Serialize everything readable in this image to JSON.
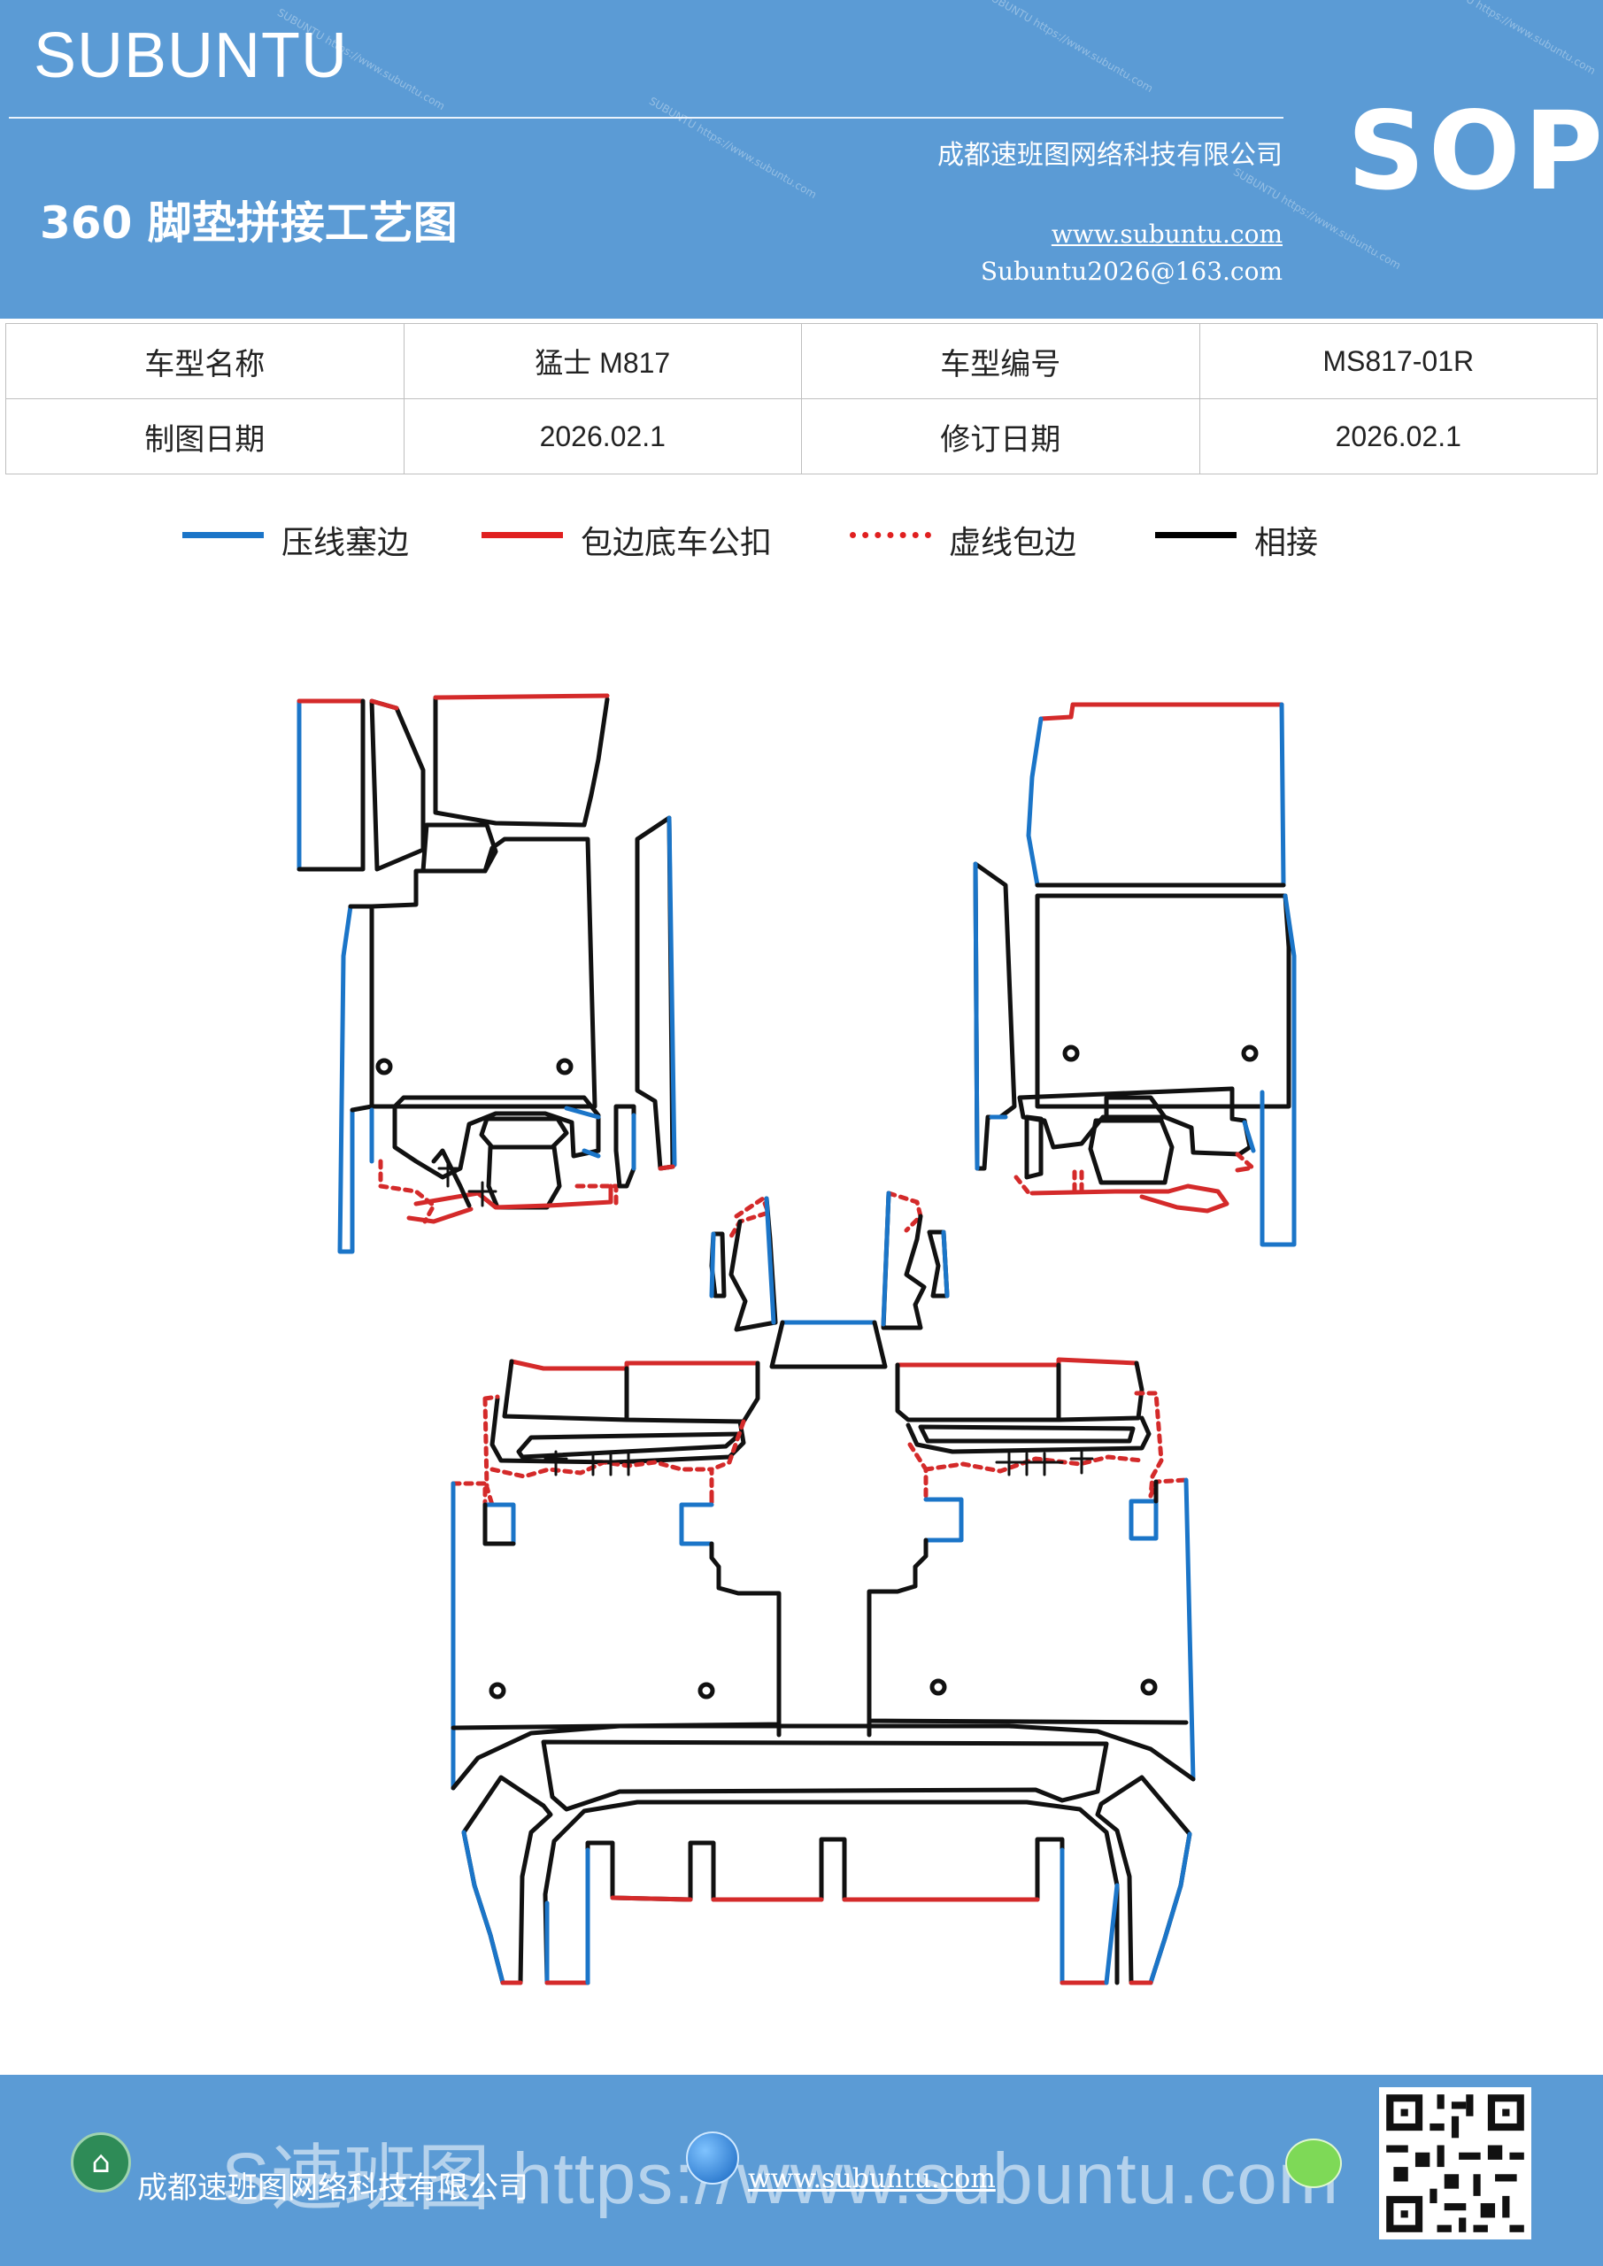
{
  "header": {
    "brand": "SUBUNTU",
    "company": "成都速班图网络科技有限公司",
    "title": "360 脚垫拼接工艺图",
    "website": "www.subuntu.com",
    "email": "Subuntu2026@163.com",
    "badge": "SOP",
    "watermark": "SUBUNTU https://www.subuntu.com"
  },
  "info": {
    "row1": {
      "label1": "车型名称",
      "value1": "猛士 M817",
      "label2": "车型编号",
      "value2": "MS817-01R"
    },
    "row2": {
      "label1": "制图日期",
      "value1": "2026.02.1",
      "label2": "修订日期",
      "value2": "2026.02.1"
    }
  },
  "legend": [
    {
      "label": "压线塞边",
      "color": "#1b75c8",
      "style": "solid"
    },
    {
      "label": "包边底车公扣",
      "color": "#e02020",
      "style": "solid"
    },
    {
      "label": "虚线包边",
      "color": "#e02020",
      "style": "dotted"
    },
    {
      "label": "相接",
      "color": "#000000",
      "style": "solid"
    }
  ],
  "colors": {
    "blue": "#1b75c8",
    "red": "#d42a2a",
    "black": "#111111",
    "banner": "#5b9bd5"
  },
  "footer": {
    "company": "成都速班图网络科技有限公司",
    "website": "www.subuntu.com",
    "watermark": "S速班图 https://www.subuntu.com",
    "logo_icon": "building-icon",
    "globe_icon": "globe-icon",
    "wechat_icon": "wechat-icon",
    "qr_icon": "qr-code-icon"
  }
}
